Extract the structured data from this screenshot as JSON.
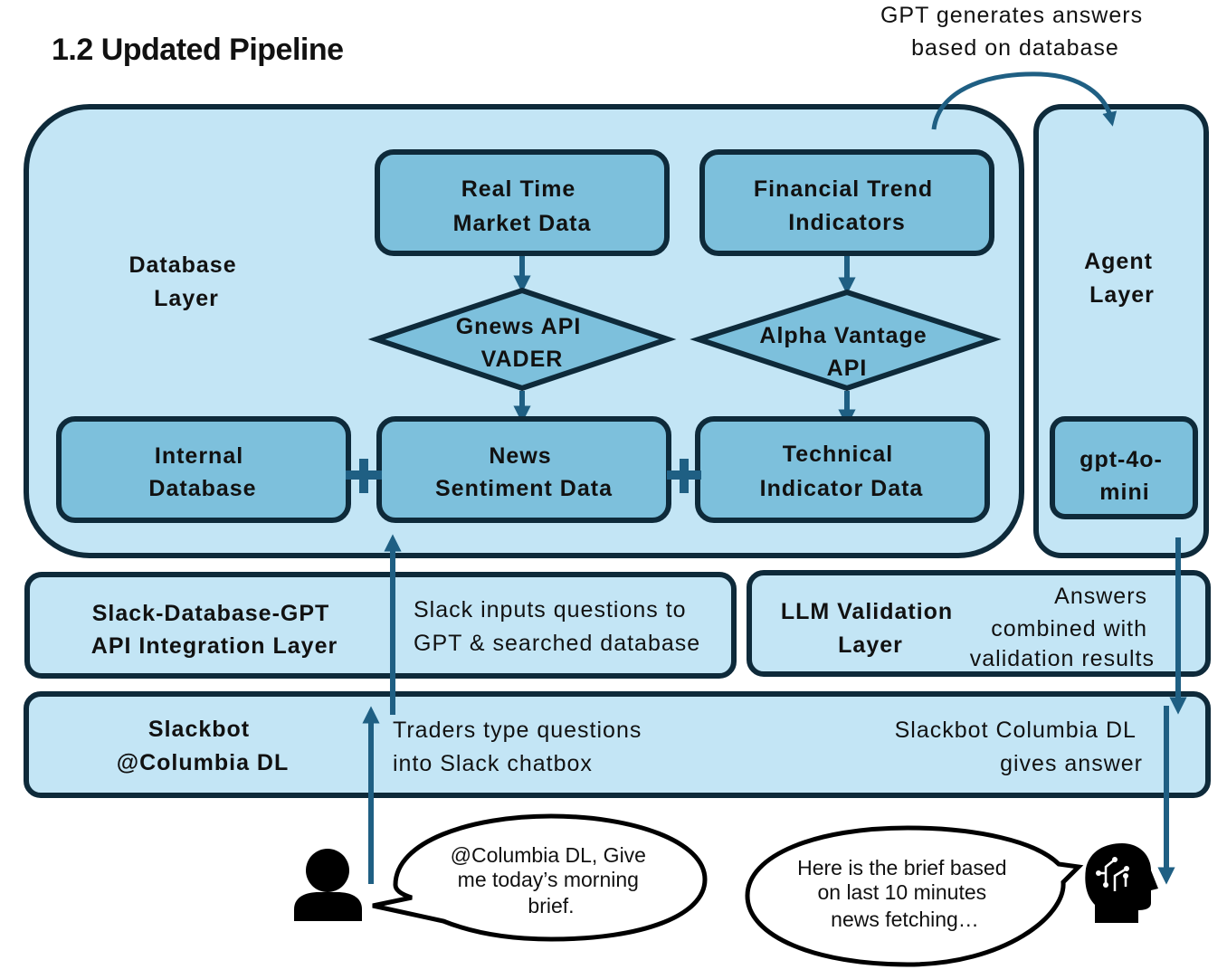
{
  "title": "1.2 Updated Pipeline",
  "colors": {
    "panel_fill": "#c3e5f5",
    "box_fill": "#7dc0dc",
    "stroke": "#0e2a3a",
    "arrow": "#1f5f83"
  },
  "icons": {
    "person": "person-icon",
    "ai": "ai-head-icon"
  },
  "database_layer": {
    "label": [
      "Database",
      "Layer"
    ],
    "real_time": [
      "Real Time",
      "Market Data"
    ],
    "financial_trend": [
      "Financial Trend",
      "Indicators"
    ],
    "gnews": [
      "Gnews API",
      "VADER"
    ],
    "alpha_vantage": [
      "Alpha Vantage",
      "API"
    ],
    "internal_db": [
      "Internal",
      "Database"
    ],
    "news_sentiment": [
      "News",
      "Sentiment Data"
    ],
    "technical": [
      "Technical",
      "Indicator Data"
    ]
  },
  "agent_layer": {
    "label": [
      "Agent",
      "Layer"
    ],
    "model": [
      "gpt-4o-",
      "mini"
    ]
  },
  "gpt_note": [
    "GPT generates answers",
    "based on database"
  ],
  "integration_layer": {
    "label": [
      "Slack-Database-GPT",
      "API Integration Layer"
    ],
    "note": [
      "Slack inputs questions to",
      "GPT & searched database"
    ]
  },
  "validation_layer": {
    "label": [
      "LLM Validation",
      "Layer"
    ],
    "note": [
      "Answers",
      "combined with",
      "validation results"
    ]
  },
  "slackbot": {
    "label": [
      "Slackbot",
      "@Columbia DL"
    ],
    "traders_note": [
      "Traders type questions",
      "into Slack chatbox"
    ],
    "answer_note": [
      "Slackbot Columbia DL",
      "gives answer"
    ]
  },
  "user_bubble": [
    "@Columbia DL, Give",
    "me today’s morning",
    "brief."
  ],
  "bot_bubble": [
    "Here is the brief based",
    "on last 10 minutes",
    "news fetching…"
  ]
}
